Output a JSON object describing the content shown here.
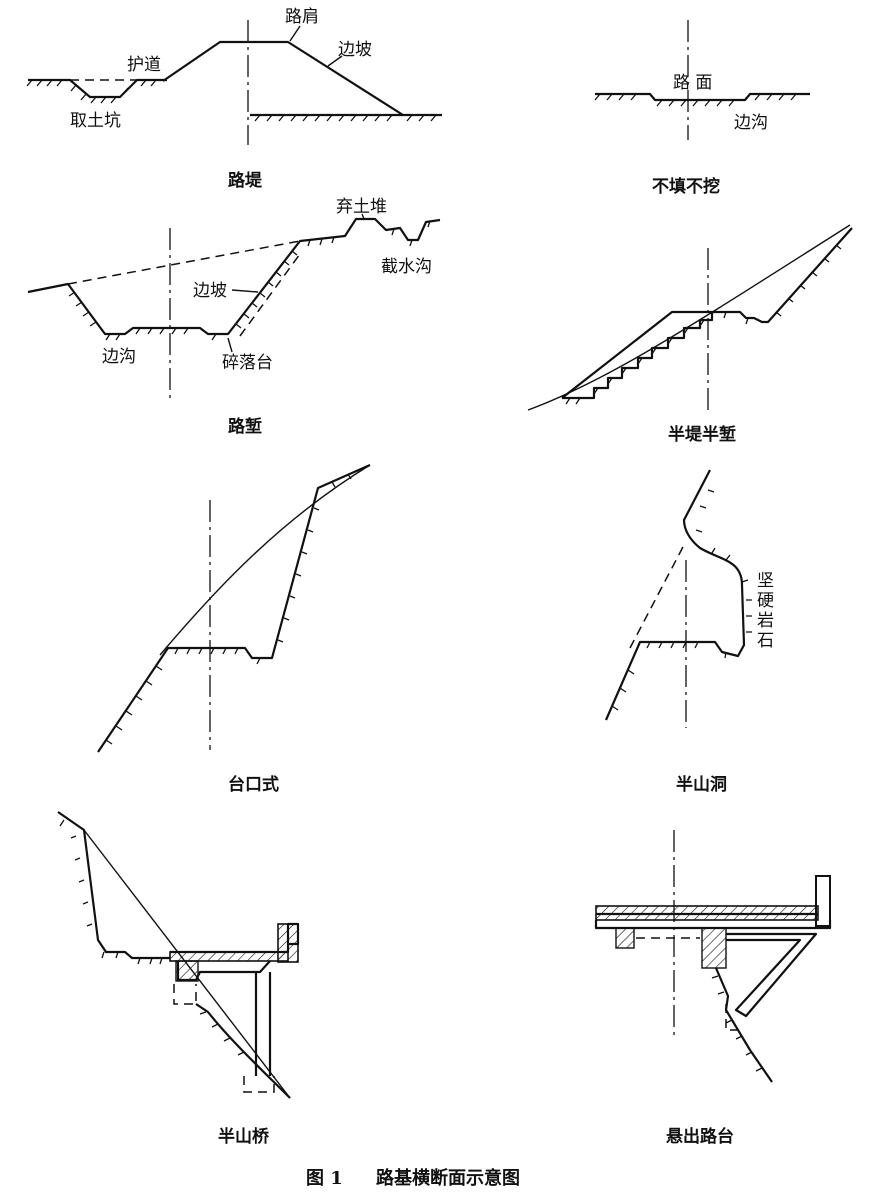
{
  "labels": {
    "embankment": {
      "shoulder": "路肩",
      "slope": "边坡",
      "berm": "护道",
      "borrow_pit": "取土坑",
      "caption": "路堤"
    },
    "grade": {
      "road_surface": "路 面",
      "side_ditch": "边沟",
      "caption": "不填不挖"
    },
    "cutting": {
      "spoil_bank": "弃土堆",
      "intercepting_ditch": "截水沟",
      "slope": "边坡",
      "side_ditch": "边沟",
      "rockfall_bench": "碎落台",
      "caption": "路堑"
    },
    "half_fill_half_cut": {
      "caption": "半堤半堑"
    },
    "bench_type": {
      "caption": "台口式"
    },
    "half_tunnel": {
      "rock_1": "坚",
      "rock_2": "硬",
      "rock_3": "岩",
      "rock_4": "石",
      "caption": "半山洞"
    },
    "half_bridge": {
      "caption": "半山桥"
    },
    "cantilever": {
      "caption": "悬出路台"
    }
  },
  "figure": {
    "number": "图 1",
    "title": "路基横断面示意图"
  }
}
